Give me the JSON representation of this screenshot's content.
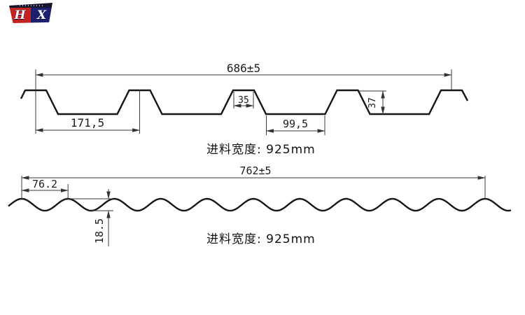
{
  "logo": {
    "left_letter": "H",
    "right_letter": "X"
  },
  "profiles": {
    "top": {
      "dim_overall": "686±5",
      "dim_rib_spacing": "171,5",
      "dim_rib_top": "35",
      "dim_valley": "99,5",
      "dim_height": "37",
      "feed_width_note": "进料宽度: 925mm"
    },
    "bottom": {
      "dim_overall": "762±5",
      "dim_pitch": "76.2",
      "dim_wave_height": "18.5",
      "feed_width_note": "进料宽度: 925mm"
    }
  }
}
